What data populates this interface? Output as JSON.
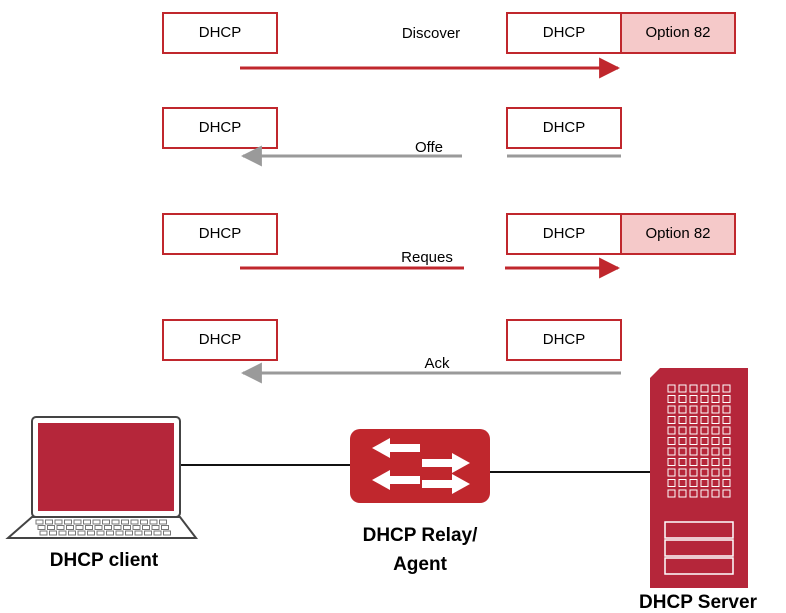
{
  "colors": {
    "accent_red": "#c0272d",
    "device_red": "#b5263a",
    "reply_gray": "#9a9a9a",
    "option_fill": "#f5c9c9"
  },
  "packet_label": "DHCP",
  "option_label": "Option 82",
  "messages": [
    {
      "name": "Discover",
      "direction": "client-to-server",
      "option82": true
    },
    {
      "name": "Offe",
      "direction": "server-to-client",
      "option82": false
    },
    {
      "name": "Reques",
      "direction": "client-to-server",
      "option82": true
    },
    {
      "name": "Ack",
      "direction": "server-to-client",
      "option82": false
    }
  ],
  "devices": {
    "client": {
      "label": "DHCP client",
      "icon": "laptop-icon"
    },
    "relay": {
      "label_line1": "DHCP Relay/",
      "label_line2": "Agent",
      "icon": "switch-icon"
    },
    "server": {
      "label": "DHCP Server",
      "icon": "server-icon"
    }
  }
}
